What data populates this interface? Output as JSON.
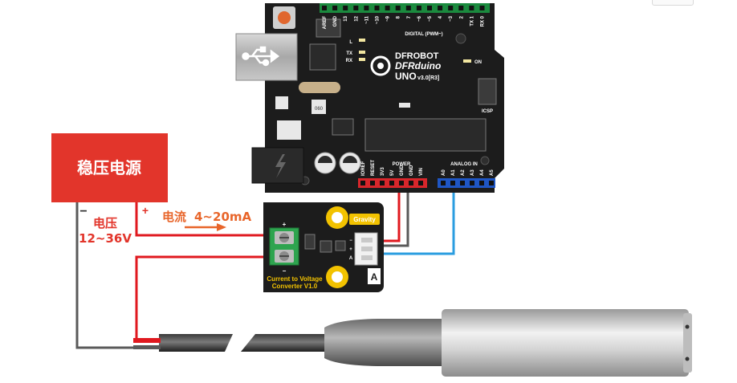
{
  "power_supply": {
    "title": "稳压电源",
    "minus": "−",
    "plus": "+",
    "voltage_label": "电压",
    "voltage_range": "12~36V",
    "color": "#e2352b"
  },
  "current_flow": {
    "label": "电流",
    "value": "4~20mA",
    "color": "#e8652a"
  },
  "arduino": {
    "brand1": "DFROBOT",
    "brand2": "DFRduino",
    "model": "UNO",
    "version": "v3.0[R3]",
    "digital_label": "DIGITAL (PWM~)",
    "digital_pins": [
      "AREF",
      "GND",
      "13",
      "12",
      "~11",
      "~10",
      "~9",
      "8",
      "7",
      "~6",
      "~5",
      "4",
      "~3",
      "2",
      "TX 1",
      "RX 0"
    ],
    "power_header_label": "POWER",
    "power_pins": [
      "IOREF",
      "RESET",
      "3V3",
      "5V",
      "GND",
      "GND",
      "VIN"
    ],
    "analog_header_label": "ANALOG IN",
    "analog_pins": [
      "A0",
      "A1",
      "A2",
      "A3",
      "A4",
      "A5"
    ],
    "led_labels": [
      "L",
      "TX",
      "RX"
    ],
    "on_label": "ON",
    "icsp_label": "ICSP",
    "reset_chip": "060",
    "board_color": "#1c1c1c"
  },
  "converter": {
    "title_line1": "Current to Voltage",
    "title_line2": "Converter V1.0",
    "badge": "Gravity",
    "plus": "+",
    "minus": "−",
    "corner_letter": "A",
    "pin_marks": [
      "−",
      "+",
      "A"
    ],
    "accent": "#f2c200"
  },
  "wire_colors": {
    "red": "#e0191f",
    "gray": "#5a5a5a",
    "blue": "#2a9de0"
  }
}
